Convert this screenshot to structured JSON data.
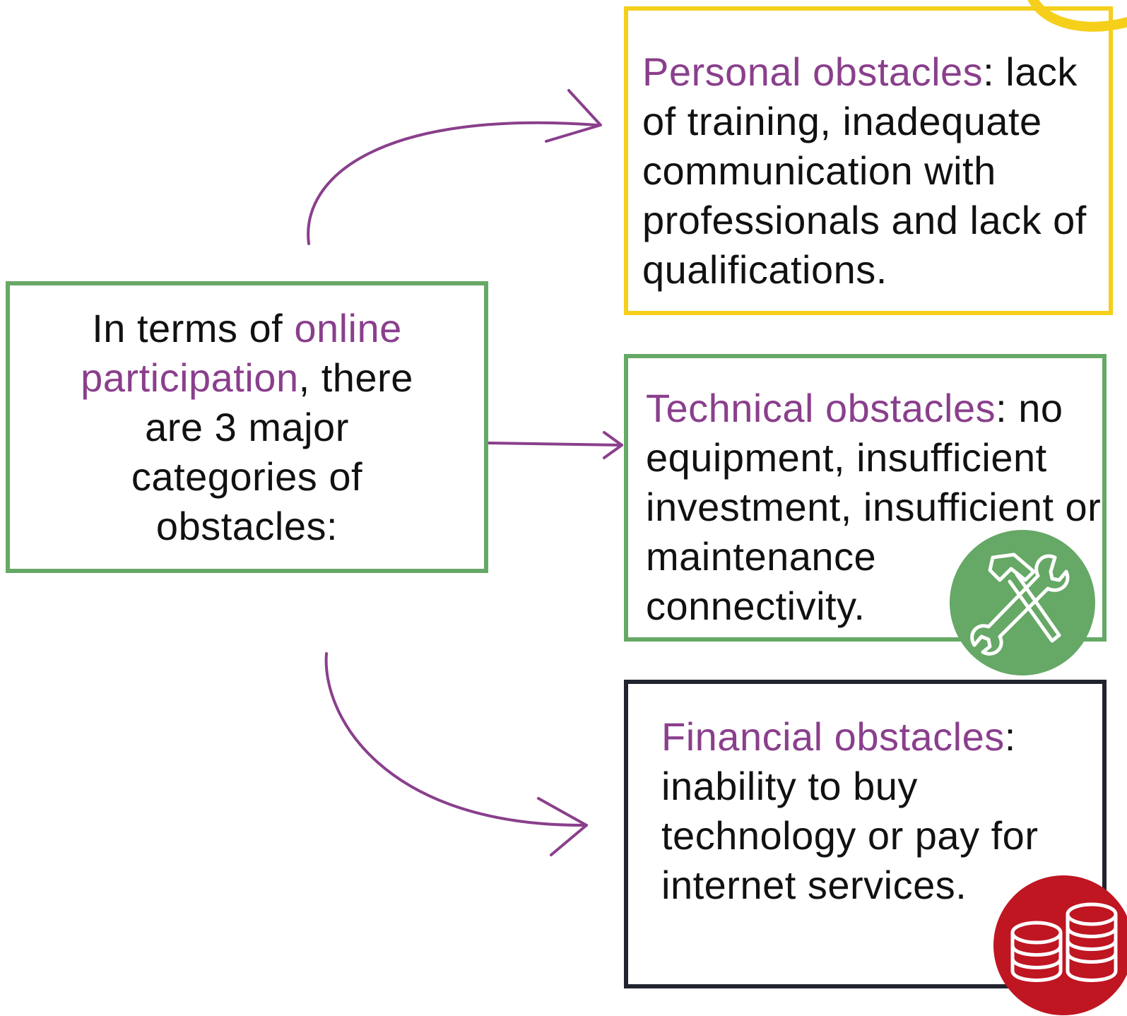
{
  "main": {
    "text_before": "In terms of ",
    "highlight": "online participation",
    "text_after": ", there are 3 major categories of obstacles:"
  },
  "categories": [
    {
      "title": "Personal obstacles",
      "description": ": lack of training, inadequate communication with professionals and lack of qualifications."
    },
    {
      "title": "Technical obstacles",
      "description": ": no equipment, insufficient investment, insufficient or maintenance connectivity."
    },
    {
      "title": "Financial obstacles",
      "description": ": inability to buy technology or pay for internet services."
    }
  ],
  "icons": {
    "technical": "hammer-wrench-icon",
    "financial": "coins-icon"
  },
  "colors": {
    "highlight": "#8a3f8c",
    "green": "#66a866",
    "yellow": "#f5cf1a",
    "navy": "#21232f",
    "red": "#bf1622"
  }
}
